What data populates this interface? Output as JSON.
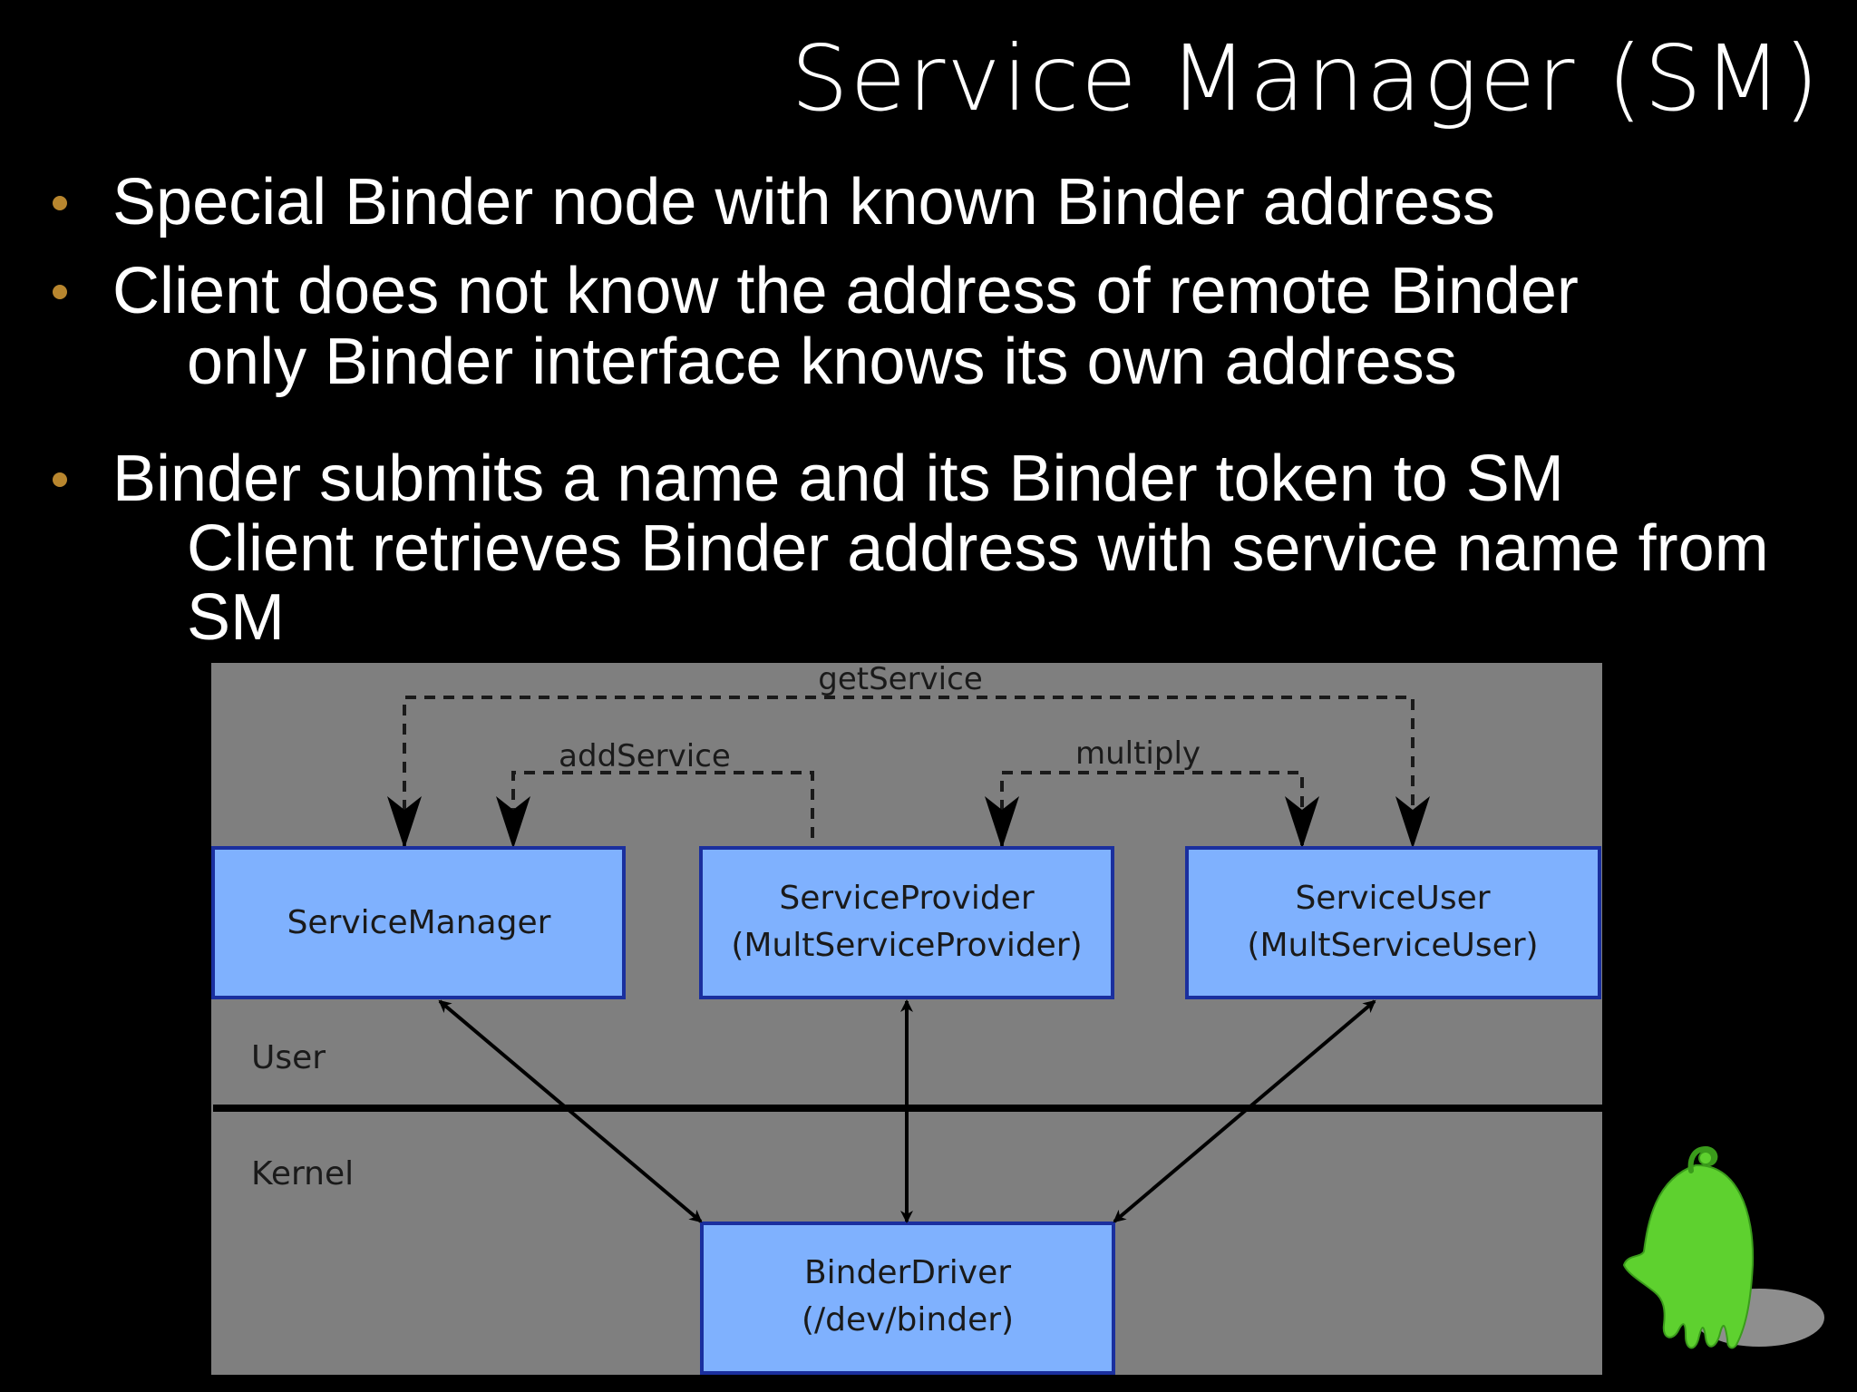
{
  "slide": {
    "title": "Service Manager (SM)",
    "bullet_color": "#b8862e",
    "bullets": [
      {
        "lines": [
          "Special Binder node with known Binder address"
        ]
      },
      {
        "lines": [
          "Client does not know the address of remote Binder",
          "only Binder interface knows its own address"
        ]
      },
      {
        "lines": [
          "Binder submits a name and its Binder token to SM",
          "Client retrieves Binder address with service name from",
          "SM"
        ]
      }
    ]
  },
  "diagram": {
    "background": "#7f7f7f",
    "box_fill": "#7fb1fe",
    "box_stroke": "#1a2f9e",
    "boxes": {
      "service_manager": [
        "ServiceManager"
      ],
      "service_provider": [
        "ServiceProvider",
        "(MultServiceProvider)"
      ],
      "service_user": [
        "ServiceUser",
        "(MultServiceUser)"
      ],
      "binder_driver": [
        "BinderDriver",
        "(/dev/binder)"
      ]
    },
    "edges": {
      "get_service": "getService",
      "add_service": "addService",
      "multiply": "multiply"
    },
    "regions": {
      "user": "User",
      "kernel": "Kernel"
    }
  },
  "mascot": {
    "icon": "green-ghost-mascot",
    "color": "#5ed12f"
  }
}
